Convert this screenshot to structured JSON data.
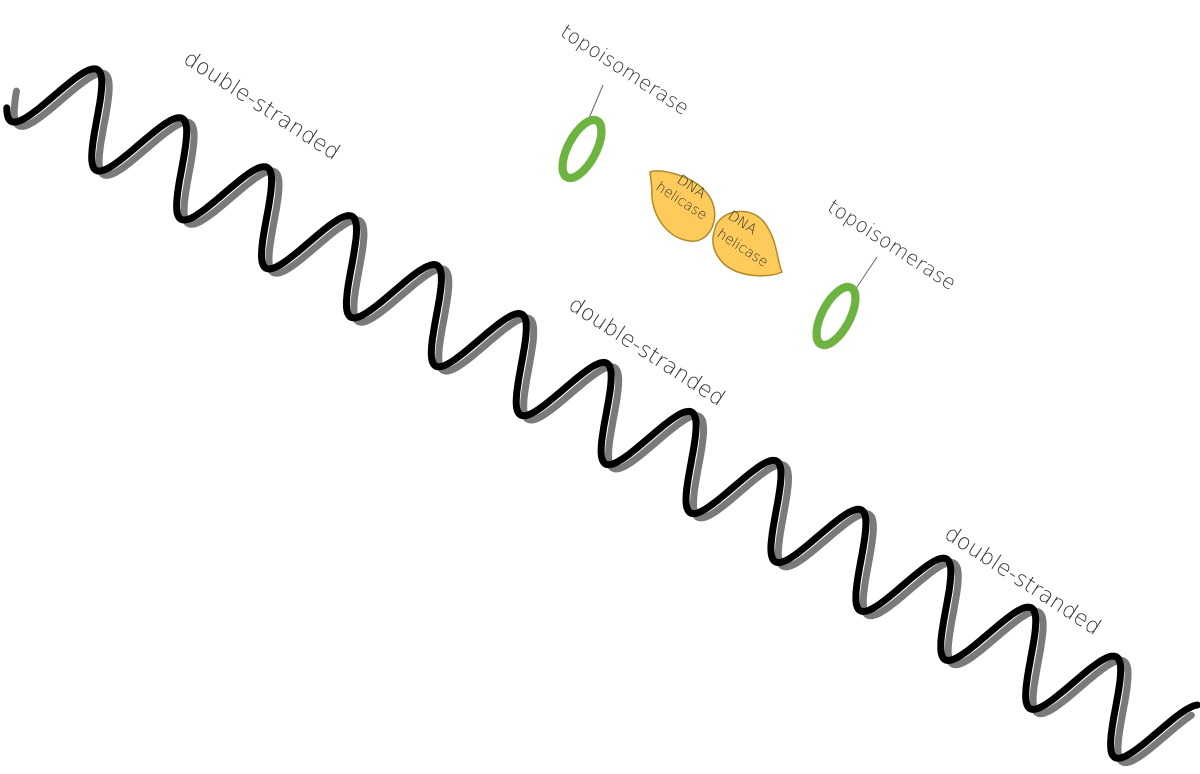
{
  "diagram": {
    "labels": {
      "double_stranded_1": "double-stranded",
      "double_stranded_2": "double-stranded",
      "double_stranded_3": "double-stranded",
      "topoisomerase_1": "topoisomerase",
      "topoisomerase_2": "topoisomerase",
      "helicase_1_line1": "DNA",
      "helicase_1_line2": "helicase",
      "helicase_2_line1": "DNA",
      "helicase_2_line2": "helicase"
    },
    "colors": {
      "strand_back": "#7a7a7a",
      "strand_front": "#000000",
      "topoisomerase_fill": "#6cb33f",
      "topoisomerase_stroke": "#3d7a1f",
      "helicase_fill": "#fdcb5b",
      "helicase_stroke": "#b08a2a",
      "leader_line": "#666666"
    }
  }
}
